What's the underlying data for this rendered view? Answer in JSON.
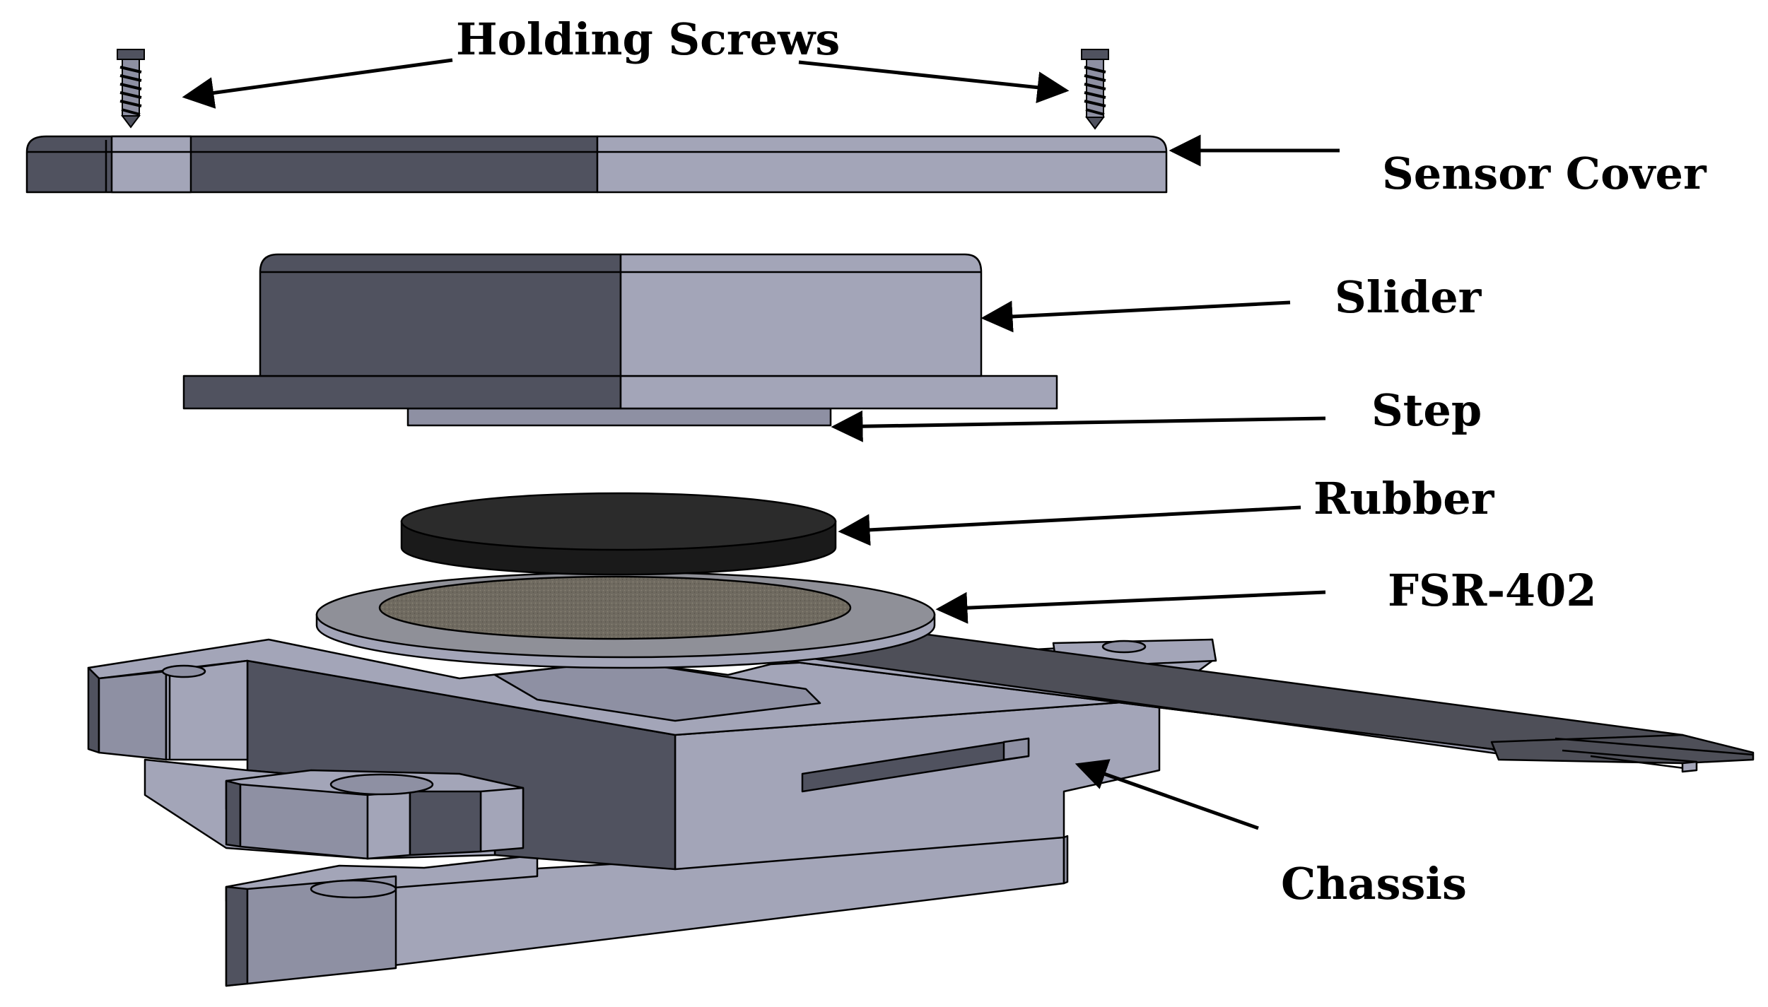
{
  "labels": {
    "holding_screws": "Holding Screws",
    "sensor_cover": "Sensor Cover",
    "slider": "Slider",
    "step": "Step",
    "rubber": "Rubber",
    "fsr": "FSR-402",
    "chassis": "Chassis"
  },
  "colors": {
    "light_face": "#a3a5b8",
    "mid_face": "#8e90a3",
    "dark_face": "#50525f",
    "darker_face": "#3f4049",
    "outline": "#000000",
    "rubber": "#2b2b2b",
    "rubber_side": "#1a1a1a",
    "fsr_ring": "#8f9098",
    "fsr_pad": "#6f6a60",
    "fsr_tail": "#4e4f58",
    "background": "#ffffff"
  }
}
